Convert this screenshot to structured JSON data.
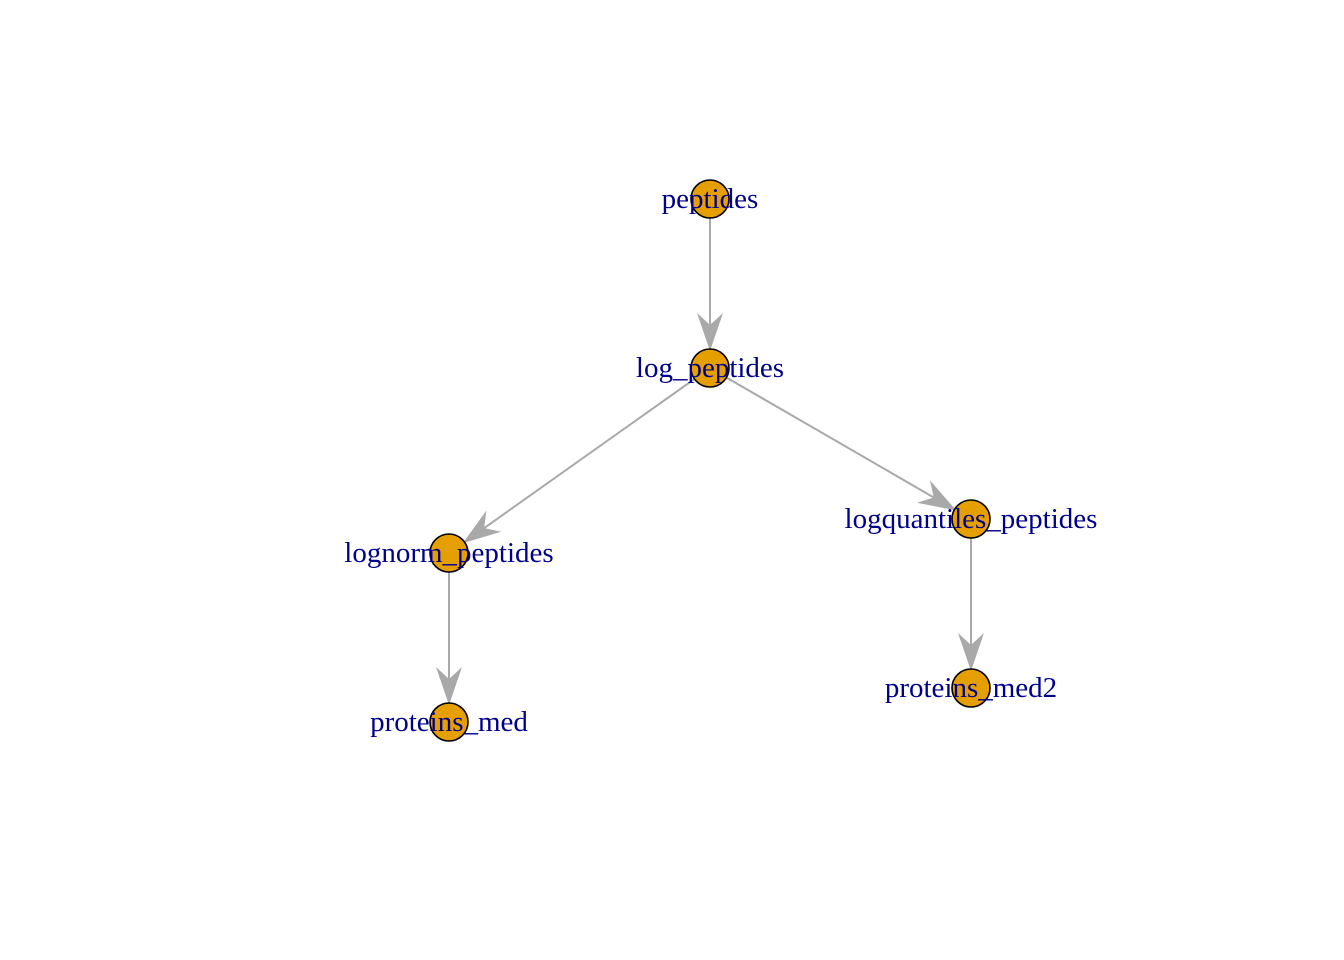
{
  "graph": {
    "node_color": "#e69f00",
    "label_color": "#00008b",
    "edge_color": "#a9a9a9",
    "nodes": [
      {
        "id": "peptides",
        "label": "peptides"
      },
      {
        "id": "log_peptides",
        "label": "log_peptides"
      },
      {
        "id": "lognorm_peptides",
        "label": "lognorm_peptides"
      },
      {
        "id": "logquantiles_peptides",
        "label": "logquantiles_peptides"
      },
      {
        "id": "proteins_med",
        "label": "proteins_med"
      },
      {
        "id": "proteins_med2",
        "label": "proteins_med2"
      }
    ],
    "edges": [
      {
        "from": "peptides",
        "to": "log_peptides"
      },
      {
        "from": "log_peptides",
        "to": "lognorm_peptides"
      },
      {
        "from": "log_peptides",
        "to": "logquantiles_peptides"
      },
      {
        "from": "lognorm_peptides",
        "to": "proteins_med"
      },
      {
        "from": "logquantiles_peptides",
        "to": "proteins_med2"
      }
    ]
  }
}
